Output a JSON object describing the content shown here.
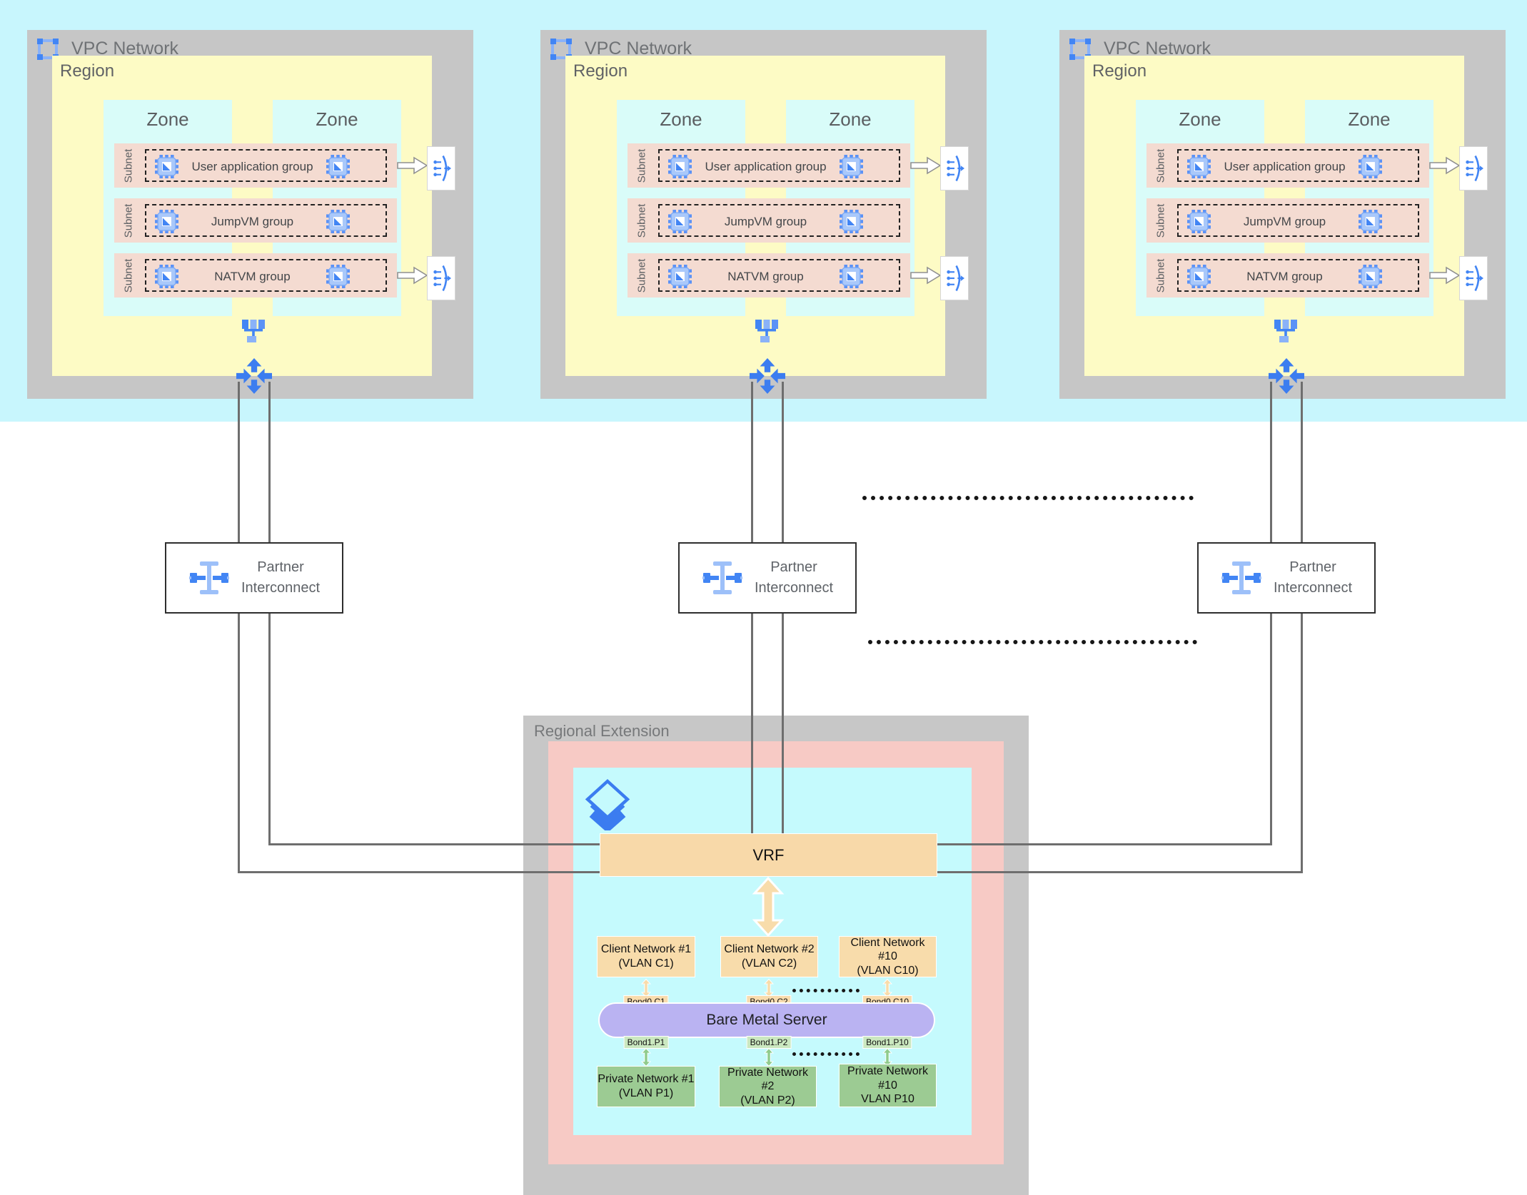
{
  "vpc": {
    "title": "VPC Network",
    "region_label": "Region",
    "zone_label": "Zone",
    "subnet_label": "Subnet",
    "groups": [
      {
        "label": "User application group"
      },
      {
        "label": "JumpVM group"
      },
      {
        "label": "NATVM group"
      }
    ]
  },
  "interconnect": {
    "label": "Partner Interconnect"
  },
  "regional_extension": {
    "title": "Regional Extension",
    "vrf_label": "VRF",
    "server_label": "Bare Metal Server",
    "client_networks": [
      {
        "name": "Client Network #1",
        "vlan": "(VLAN C1)",
        "bond": "Bond0.C1"
      },
      {
        "name": "Client Network #2",
        "vlan": "(VLAN C2)",
        "bond": "Bond0.C2"
      },
      {
        "name": "Client Network #10",
        "vlan": "(VLAN C10)",
        "bond": "Bond0.C10"
      }
    ],
    "private_networks": [
      {
        "name": "Private Network #1",
        "vlan": "(VLAN P1)",
        "bond": "Bond1.P1"
      },
      {
        "name": "Private Network #2",
        "vlan": "(VLAN P2)",
        "bond": "Bond1.P2"
      },
      {
        "name": "Private Network #10",
        "vlan": "VLAN P10",
        "bond": "Bond1.P10"
      }
    ]
  },
  "icons": {
    "vpc_network": "vpc-network-icon",
    "vm_instance": "vm-chip-icon",
    "network_hub": "network-hub-icon",
    "cloud_router": "four-way-arrows-icon",
    "partner_interconnect": "partner-interconnect-icon",
    "load_balancer": "load-balancer-icon",
    "regional_gateway": "layers-icon"
  },
  "colors": {
    "accent_blue": "#4285f4",
    "top_band_cyan": "#c8f6fd",
    "vpc_gray": "#c6c6c6",
    "region_yellow": "#fdfbc5",
    "zone_cyan": "#d9fcf9",
    "subnet_pink": "#f4dbd1",
    "re_gray": "#c7c7c7",
    "re_pink": "#f7cac5",
    "re_cyan": "#c5fafd",
    "orange": "#f8dcab",
    "green": "#9ccb93",
    "purple": "#bab3f2",
    "line_gray": "#6e6e6e"
  }
}
